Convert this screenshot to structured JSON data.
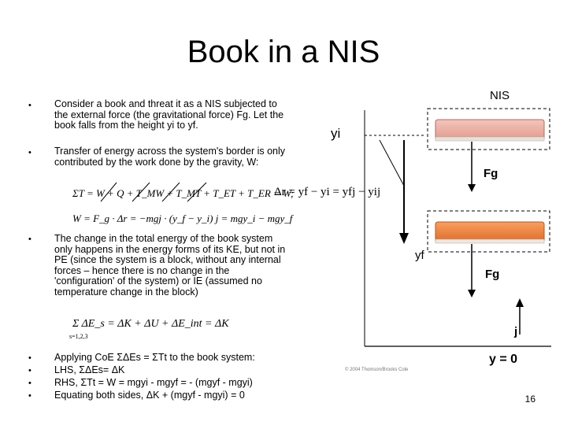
{
  "title": "Book in a NIS",
  "bullets_top": [
    "Consider a book and threat it as a NIS subjected to the external force (the gravitational force) Fg. Let the book falls from the height yi to yf.",
    "Transfer of energy across the system's border is only contributed by the work done by the gravity, W:"
  ],
  "eq1": "ΣT = W + Q + T_MW + T_MT + T_ET + T_ER = W;",
  "eq2": "W = F_g · Δr = −mgj · (y_f − y_i) j = mgy_i − mgy_f",
  "bullet_mid": "The change in the total energy of the book system only happens in the energy forms of its KE, but not in PE (since the system is a block, without any internal forces – hence there is no change in the 'configuration' of the system) or IE (assumed no temperature change in the block)",
  "eq3": "Σ ΔE_s = ΔK + ΔU + ΔE_int = ΔK",
  "eq3_sub": "s=1,2,3",
  "bullets_bottom": [
    "Applying CoE ΣΔEs = ΣTt to the book system:",
    "LHS, ΣΔEs= ΔK",
    "RHS, ΣTt = W = mgyi - mgyf = - (mgyf - mgyi)",
    "Equating both sides, ΔK + (mgyf - mgyi) = 0"
  ],
  "diagram": {
    "nis_label": "NIS",
    "yi_label": "yi",
    "yf_label": "yf",
    "fg_top": "Fg",
    "fg_bottom": "Fg",
    "dr_label": "Δr = yf − yi = yfj − yij",
    "j_label": "j",
    "y0_label": "y = 0",
    "copyright": "© 2004 Thomson/Brooks Cole"
  },
  "page_number": "16"
}
